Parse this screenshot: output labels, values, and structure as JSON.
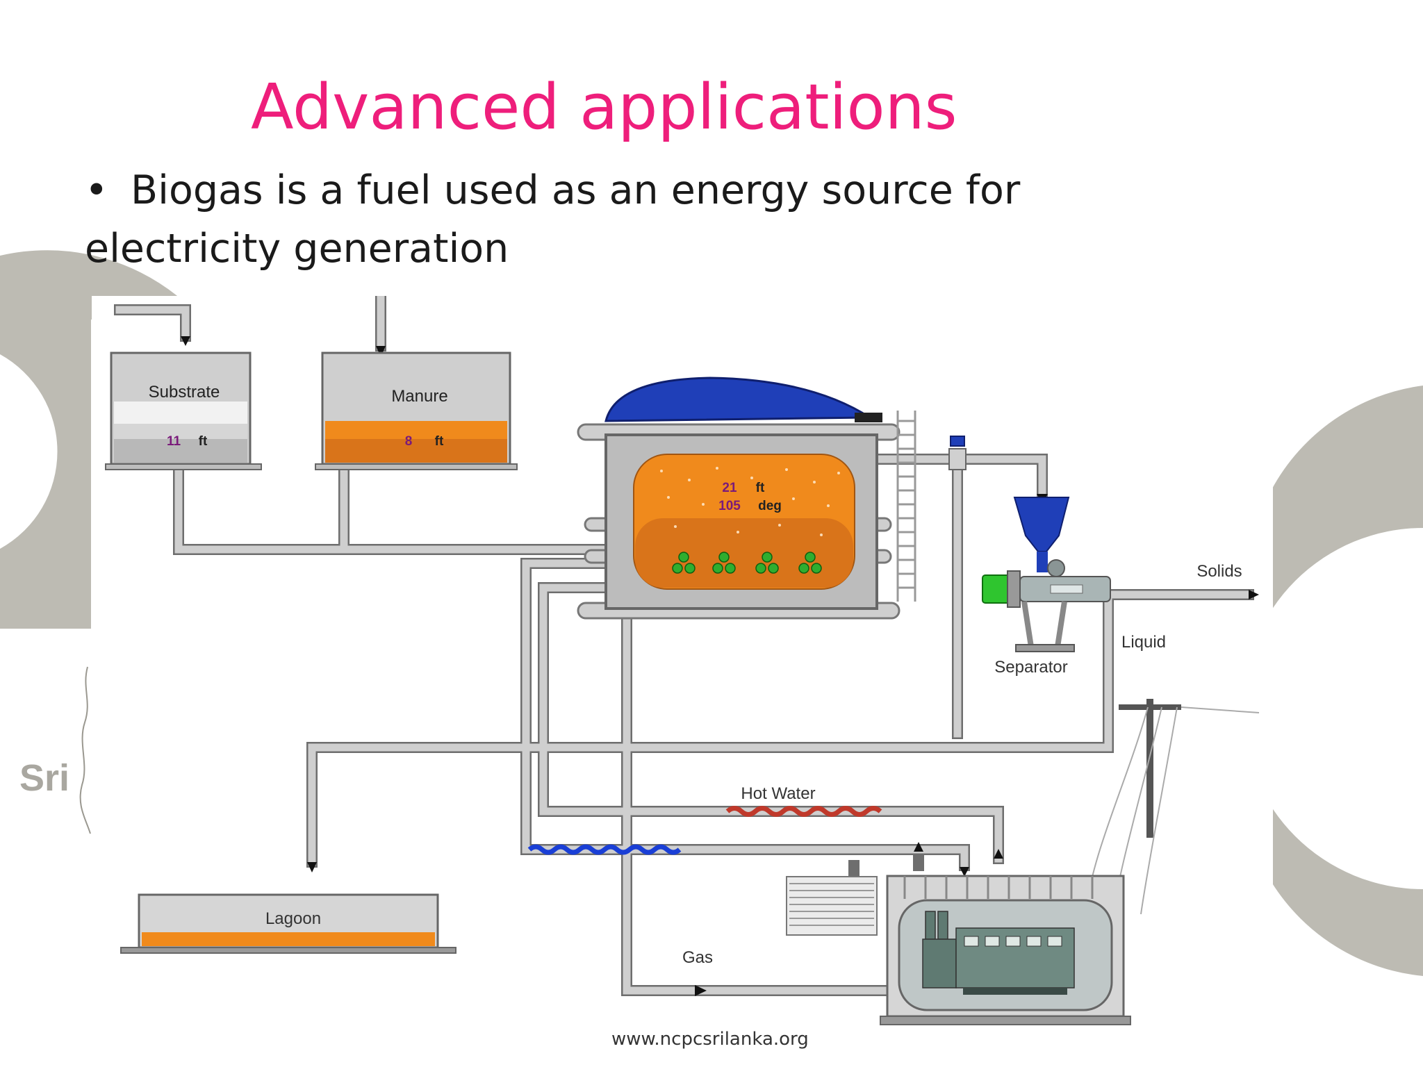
{
  "slide": {
    "title": "Advanced applications",
    "bullet_marker": "•",
    "bullet": "Biogas is a fuel used as an energy source for electricity generation",
    "website": "www.ncpcsrilanka.org",
    "background_logo_text": "Sri",
    "colors": {
      "title": "#ee1e7b",
      "text": "#1a1a1a",
      "logo_gray": "#bdbbb3",
      "pipe": "#c8c8c8",
      "slurry": "#f08a1c",
      "gas_dome": "#1f3fb8",
      "hot_water": "#c0392b",
      "cold_water": "#1a3fd6"
    }
  },
  "diagram": {
    "substrate": {
      "label": "Substrate",
      "level": "11",
      "unit": "ft"
    },
    "manure": {
      "label": "Manure",
      "level": "8",
      "unit": "ft"
    },
    "digester": {
      "level": "21",
      "level_unit": "ft",
      "temperature": "105",
      "temperature_unit": "deg"
    },
    "separator": {
      "label": "Separator"
    },
    "solids_label": "Solids",
    "liquid_label": "Liquid",
    "lagoon": {
      "label": "Lagoon"
    },
    "hot_water_label": "Hot Water",
    "gas_label": "Gas"
  }
}
